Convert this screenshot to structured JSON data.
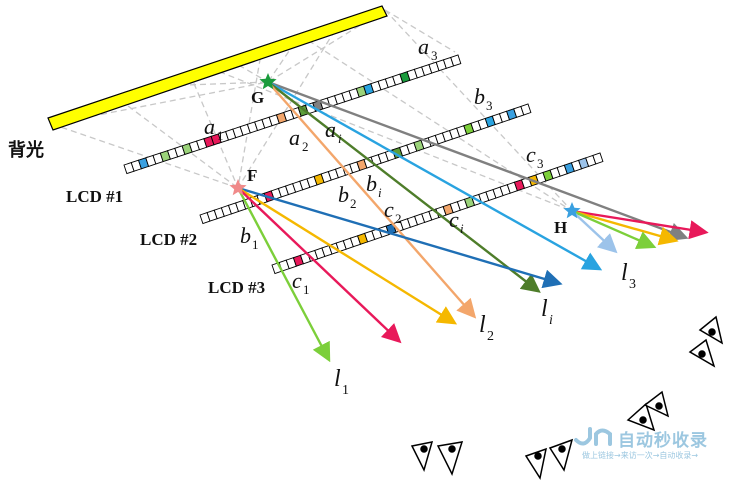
{
  "labels": {
    "backlight": "背光",
    "lcd1": "LCD #1",
    "lcd2": "LCD #2",
    "lcd3": "LCD #3",
    "pointG": "G",
    "pointF": "F",
    "pointH": "H",
    "a1": "a",
    "a1_sub": "1",
    "a2": "a",
    "a2_sub": "2",
    "a3": "a",
    "a3_sub": "3",
    "ai": "a",
    "ai_sub": "i",
    "b1": "b",
    "b1_sub": "1",
    "b2": "b",
    "b2_sub": "2",
    "b3": "b",
    "b3_sub": "3",
    "bi": "b",
    "bi_sub": "i",
    "c1": "c",
    "c1_sub": "1",
    "c2": "c",
    "c2_sub": "2",
    "c3": "c",
    "c3_sub": "3",
    "ci": "c",
    "ci_sub": "i",
    "l1": "l",
    "l1_sub": "1",
    "l2": "l",
    "l2_sub": "2",
    "l3": "l",
    "l3_sub": "3",
    "li": "l",
    "li_sub": "i"
  },
  "watermark": {
    "title": "自动秒收录",
    "subtitle": "做上链接→来访一次→自动收录→"
  },
  "colors": {
    "backlight": "#ffff00",
    "star_g": "#1a9b3c",
    "star_f": "#f08a8a",
    "star_h": "#3aa0e0",
    "ray_red": "#e8195a",
    "ray_green": "#7ccf3a",
    "ray_yellow": "#f5b800",
    "ray_blue": "#1f6fb5",
    "ray_orange": "#f3a66b",
    "ray_darkgreen": "#4e7d2a",
    "ray_cyan": "#29a3e0",
    "ray_gray": "#808080"
  }
}
